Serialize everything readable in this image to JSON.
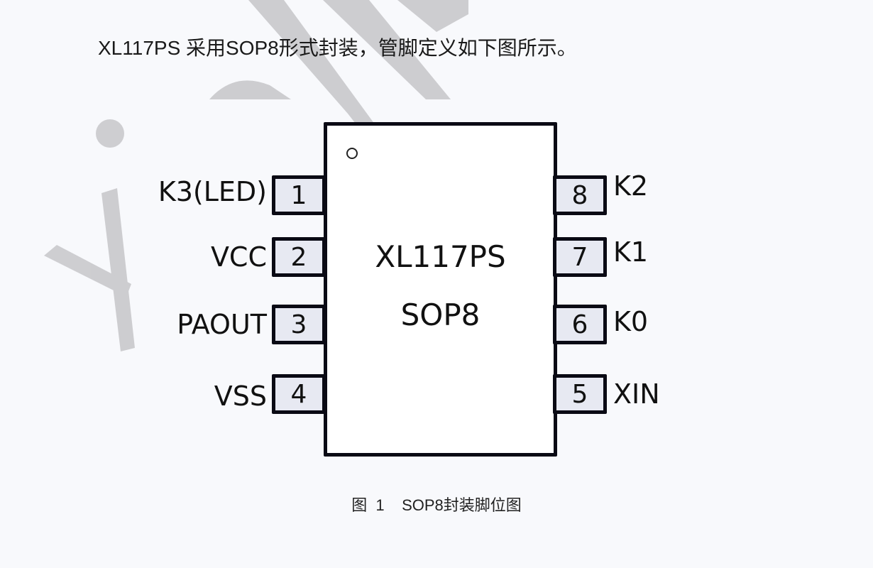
{
  "intro_text": "XL117PS 采用SOP8形式封装，管脚定义如下图所示。",
  "chip": {
    "part_number": "XL117PS",
    "package": "SOP8",
    "pin1_marker": "circle-pin1-indicator"
  },
  "pins": {
    "left": [
      {
        "number": "1",
        "name": "K3(LED)"
      },
      {
        "number": "2",
        "name": "VCC"
      },
      {
        "number": "3",
        "name": "PAOUT"
      },
      {
        "number": "4",
        "name": "VSS"
      }
    ],
    "right": [
      {
        "number": "8",
        "name": "K2"
      },
      {
        "number": "7",
        "name": "K1"
      },
      {
        "number": "6",
        "name": "K0"
      },
      {
        "number": "5",
        "name": "XIN"
      }
    ]
  },
  "caption": "图  1    SOP8封装脚位图",
  "colors": {
    "background": "#f8f9fc",
    "pin_fill": "#e7e9f2",
    "outline": "#0a0a14",
    "watermark": "#c9c9cc"
  }
}
